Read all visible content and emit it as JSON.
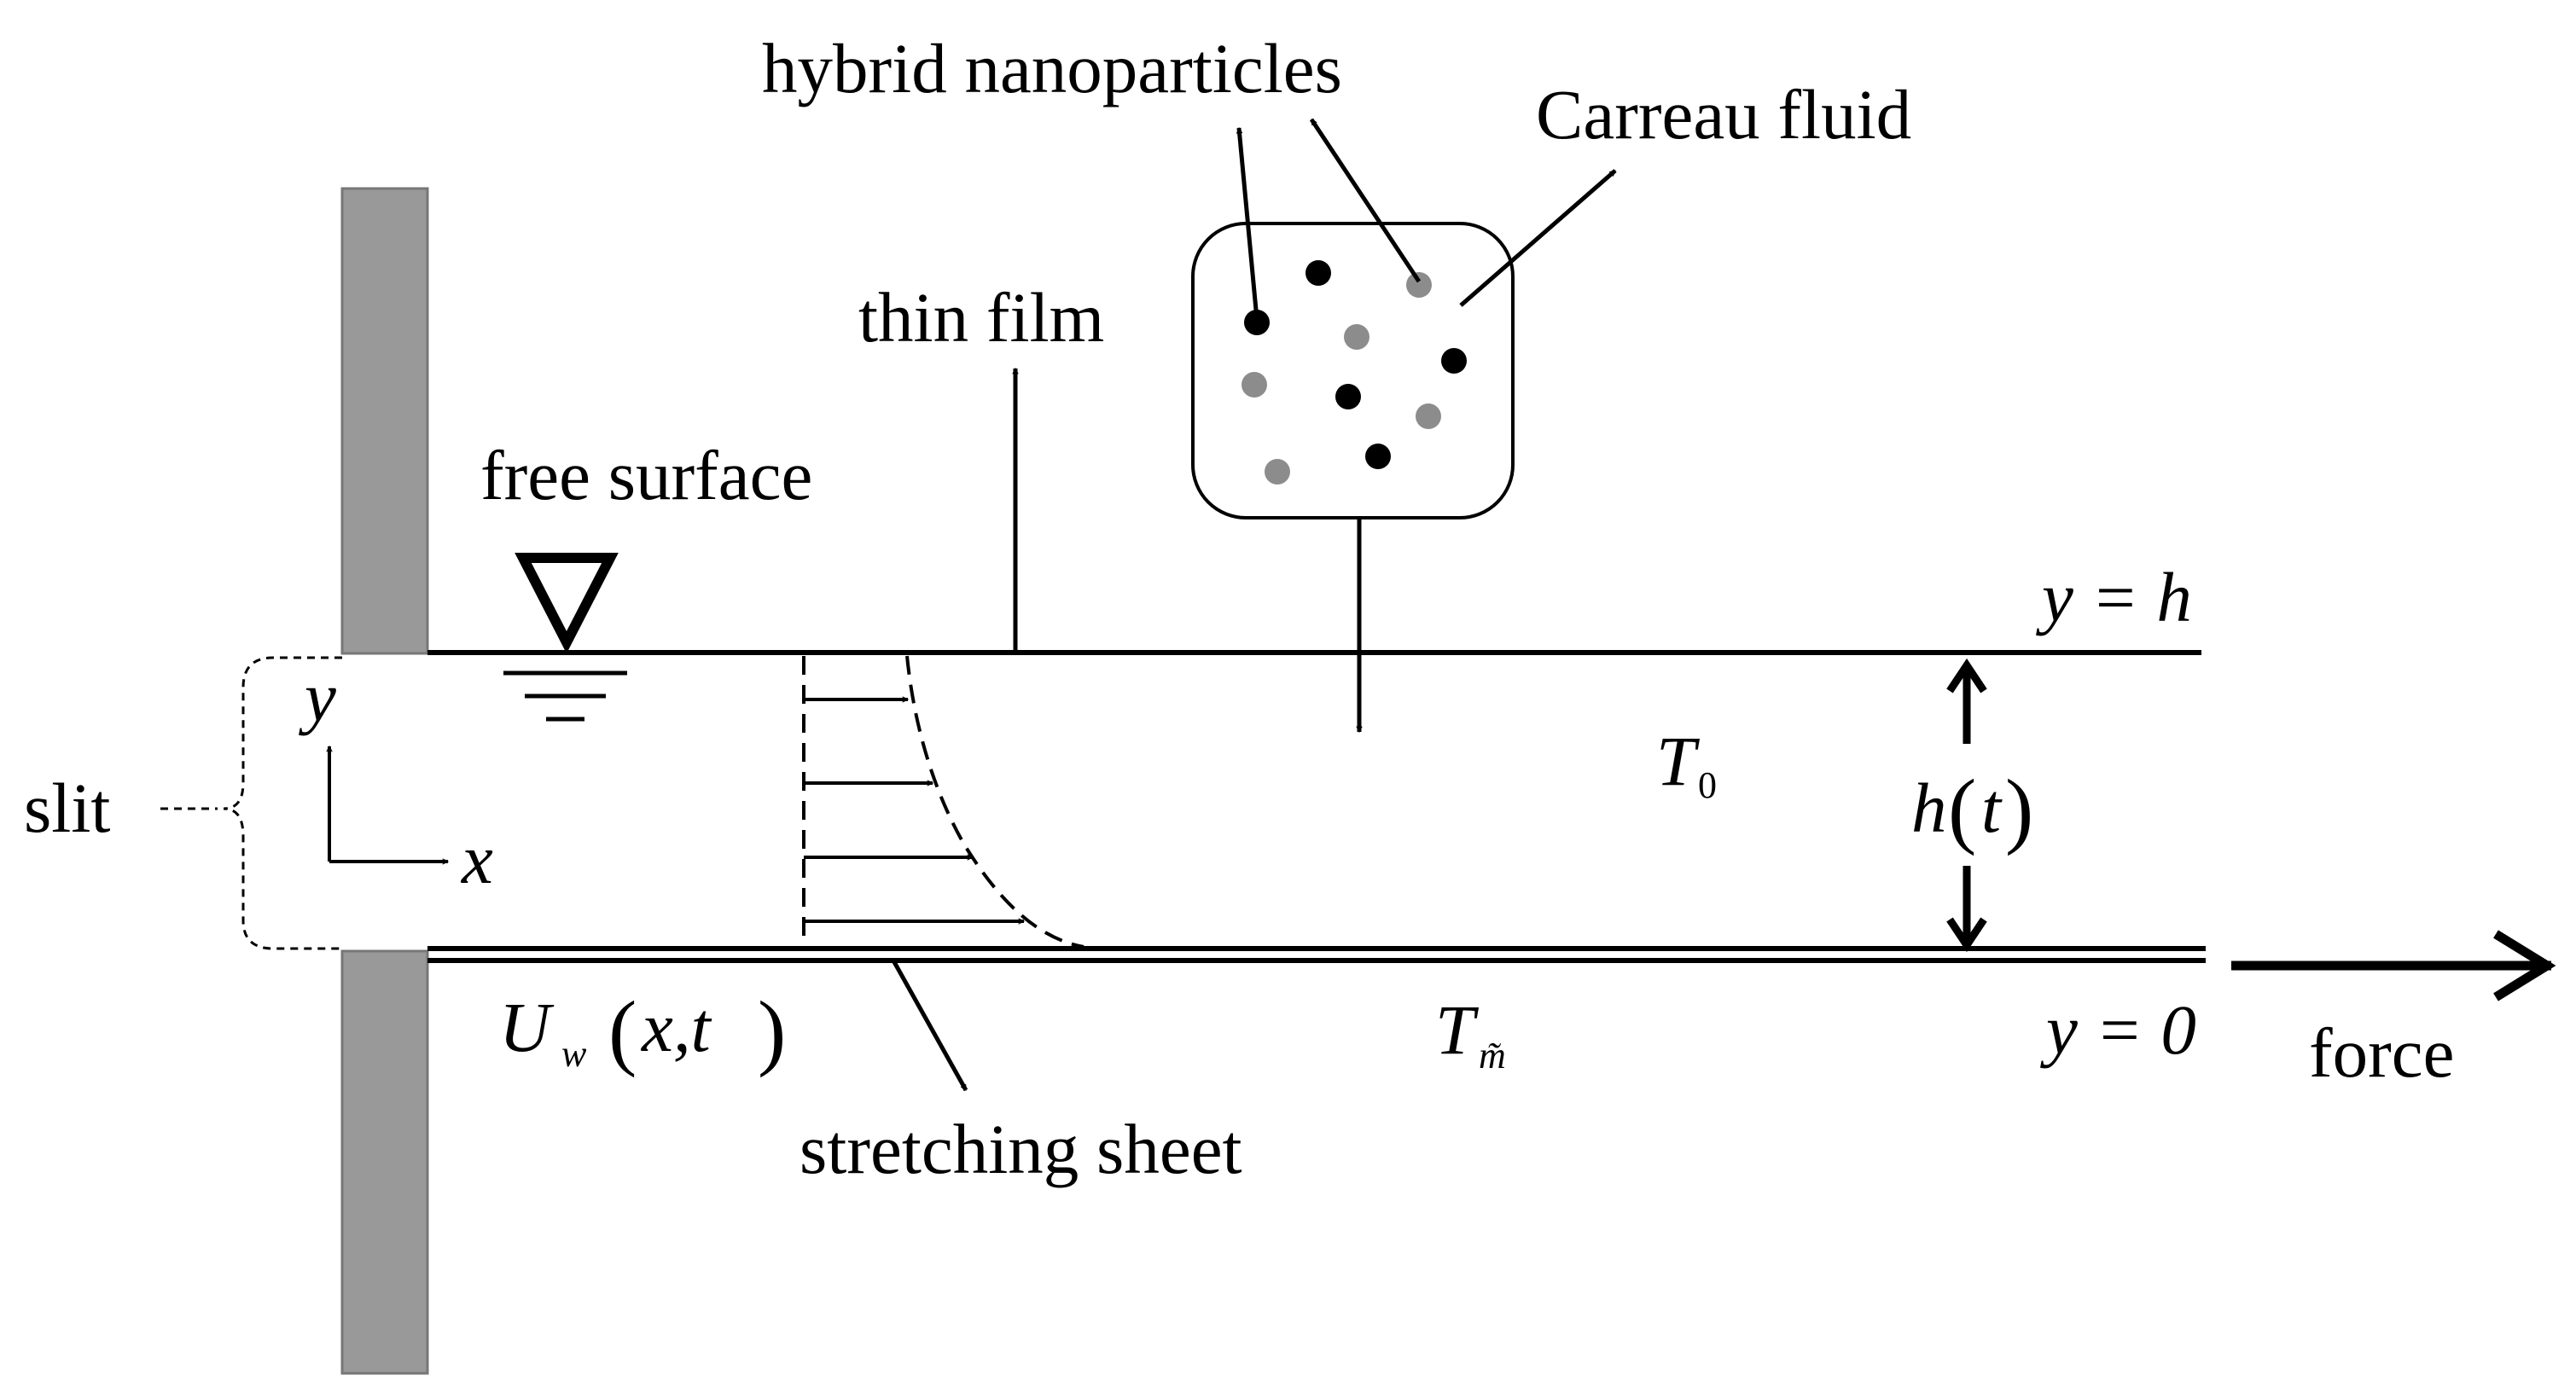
{
  "labels": {
    "hybrid_nanoparticles": "hybrid nanoparticles",
    "carreau_fluid": "Carreau fluid",
    "thin_film": "thin film",
    "free_surface": "free surface",
    "slit": "slit",
    "stretching_sheet": "stretching sheet",
    "force": "force"
  },
  "math": {
    "top_boundary": "y = h",
    "bottom_boundary": "y = 0",
    "axis_y": "y",
    "axis_x": "x",
    "film_thickness": {
      "var": "h",
      "open": "(",
      "arg": "t",
      "close": ")"
    },
    "ambient_temp": {
      "base": "T",
      "sub": "0"
    },
    "sheet_temp": {
      "base": "T",
      "sub": "m̃"
    },
    "sheet_velocity": {
      "base": "U",
      "sub": "w",
      "open": "(",
      "args": "x,t",
      "close": ")"
    }
  },
  "colors": {
    "wall": "#999999",
    "nanoparticle_dark": "#000000",
    "nanoparticle_light": "#8c8c8c",
    "line": "#000000"
  }
}
